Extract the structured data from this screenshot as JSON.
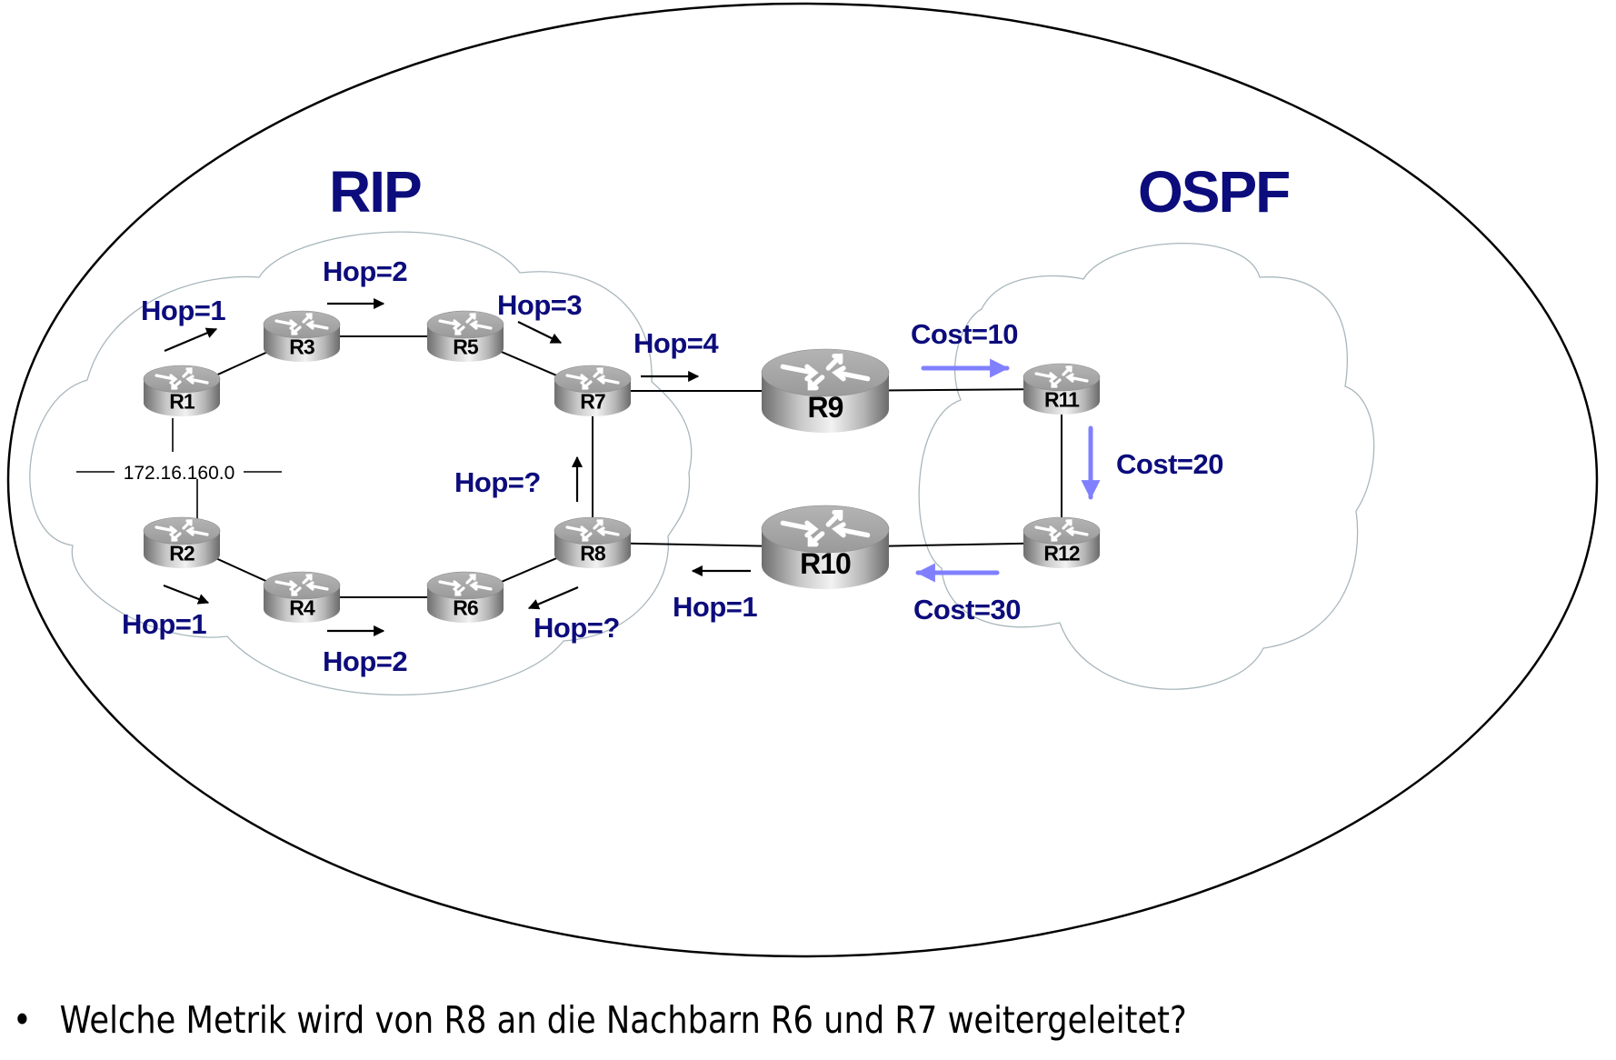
{
  "regions": {
    "rip": {
      "title": "RIP"
    },
    "ospf": {
      "title": "OSPF"
    }
  },
  "network": {
    "label": "172.16.160.0"
  },
  "routers": [
    {
      "id": "R1",
      "label": "R1",
      "size": "small"
    },
    {
      "id": "R2",
      "label": "R2",
      "size": "small"
    },
    {
      "id": "R3",
      "label": "R3",
      "size": "small"
    },
    {
      "id": "R4",
      "label": "R4",
      "size": "small"
    },
    {
      "id": "R5",
      "label": "R5",
      "size": "small"
    },
    {
      "id": "R6",
      "label": "R6",
      "size": "small"
    },
    {
      "id": "R7",
      "label": "R7",
      "size": "small"
    },
    {
      "id": "R8",
      "label": "R8",
      "size": "small"
    },
    {
      "id": "R9",
      "label": "R9",
      "size": "large"
    },
    {
      "id": "R10",
      "label": "R10",
      "size": "large"
    },
    {
      "id": "R11",
      "label": "R11",
      "size": "small"
    },
    {
      "id": "R12",
      "label": "R12",
      "size": "small"
    }
  ],
  "links": [
    [
      "R1",
      "R3"
    ],
    [
      "R3",
      "R5"
    ],
    [
      "R5",
      "R7"
    ],
    [
      "R7",
      "R8"
    ],
    [
      "R2",
      "R4"
    ],
    [
      "R4",
      "R6"
    ],
    [
      "R6",
      "R8"
    ],
    [
      "R7",
      "R9"
    ],
    [
      "R9",
      "R11"
    ],
    [
      "R11",
      "R12"
    ],
    [
      "R12",
      "R10"
    ],
    [
      "R10",
      "R8"
    ]
  ],
  "metrics": [
    {
      "id": "r1-r3",
      "text": "Hop=1",
      "protocol": "RIP"
    },
    {
      "id": "r3-r5",
      "text": "Hop=2",
      "protocol": "RIP"
    },
    {
      "id": "r5-r7",
      "text": "Hop=3",
      "protocol": "RIP"
    },
    {
      "id": "r7-r9",
      "text": "Hop=4",
      "protocol": "RIP"
    },
    {
      "id": "r2-r4",
      "text": "Hop=1",
      "protocol": "RIP"
    },
    {
      "id": "r4-r6",
      "text": "Hop=2",
      "protocol": "RIP"
    },
    {
      "id": "r8-r7",
      "text": "Hop=?",
      "protocol": "RIP"
    },
    {
      "id": "r8-r6",
      "text": "Hop=?",
      "protocol": "RIP"
    },
    {
      "id": "r10-r8",
      "text": "Hop=1",
      "protocol": "RIP"
    },
    {
      "id": "r9-r11",
      "text": "Cost=10",
      "protocol": "OSPF"
    },
    {
      "id": "r11-r12",
      "text": "Cost=20",
      "protocol": "OSPF"
    },
    {
      "id": "r12-r10",
      "text": "Cost=30",
      "protocol": "OSPF"
    }
  ],
  "colors": {
    "title": "#0c0c7c",
    "rip_arrow": "#000000",
    "ospf_arrow": "#8080ff",
    "cloud_outline": "#a9b7bd"
  },
  "question": {
    "bullet": "•",
    "text": "Welche Metrik wird von R8 an die Nachbarn R6 und R7 weitergeleitet?"
  }
}
